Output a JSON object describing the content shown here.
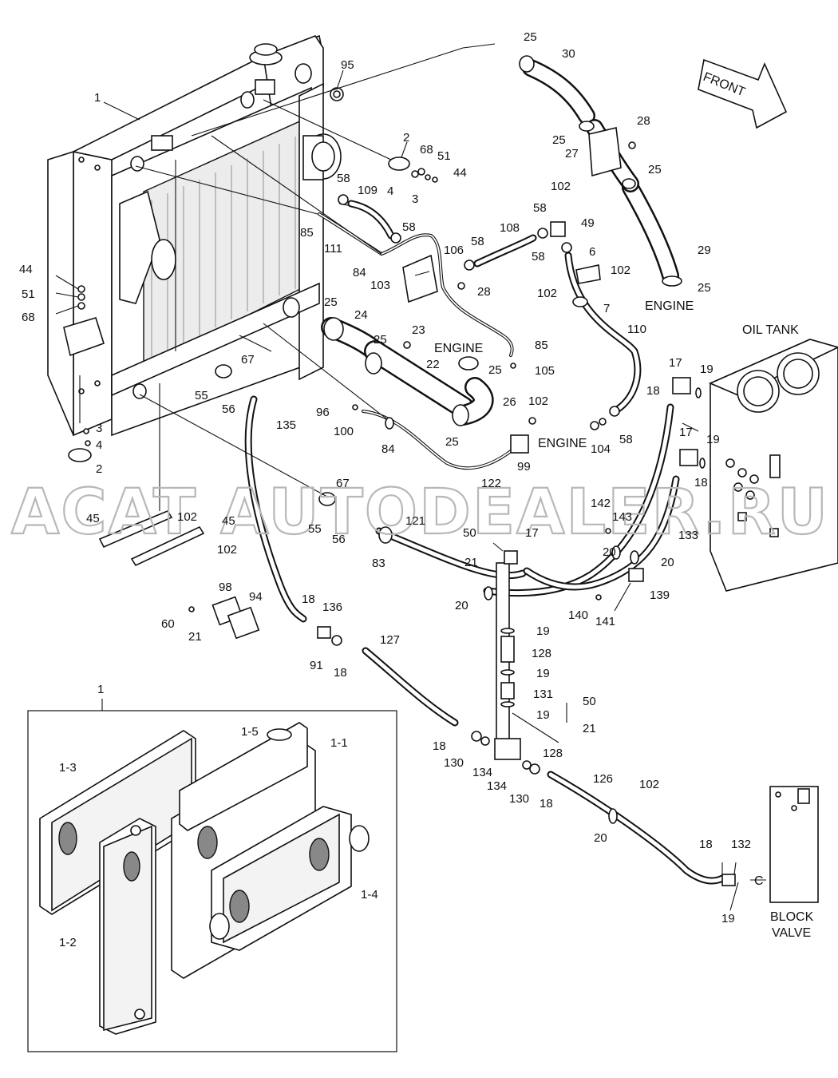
{
  "watermark": "ACAT AUTODEALER.RU",
  "annotations": {
    "front": "FRONT",
    "engine": "ENGINE",
    "oil_tank": "OIL TANK",
    "block_valve_line1": "BLOCK",
    "block_valve_line2": "VALVE",
    "connector_c": "C"
  },
  "callouts": [
    "1",
    "95",
    "2",
    "68",
    "51",
    "44",
    "4",
    "3",
    "58",
    "109",
    "85",
    "111",
    "84",
    "58",
    "106",
    "103",
    "58",
    "28",
    "108",
    "58",
    "49",
    "102",
    "58",
    "6",
    "102",
    "102",
    "7",
    "25",
    "30",
    "25",
    "28",
    "27",
    "25",
    "29",
    "25",
    "44",
    "51",
    "68",
    "25",
    "24",
    "25",
    "23",
    "22",
    "67",
    "55",
    "56",
    "135",
    "96",
    "100",
    "84",
    "102",
    "122",
    "99",
    "104",
    "58",
    "110",
    "105",
    "85",
    "25",
    "26",
    "25",
    "17",
    "19",
    "18",
    "17",
    "19",
    "18",
    "133",
    "143",
    "142",
    "20",
    "20",
    "139",
    "140",
    "141",
    "3",
    "4",
    "2",
    "45",
    "102",
    "45",
    "102",
    "67",
    "55",
    "56",
    "121",
    "83",
    "50",
    "17",
    "21",
    "20",
    "98",
    "94",
    "60",
    "21",
    "18",
    "136",
    "91",
    "18",
    "127",
    "19",
    "128",
    "19",
    "131",
    "19",
    "50",
    "21",
    "18",
    "130",
    "134",
    "128",
    "134",
    "130",
    "18",
    "126",
    "102",
    "20",
    "18",
    "132",
    "19",
    "1",
    "1-5",
    "1-1",
    "1-3",
    "1-4",
    "1-2"
  ]
}
